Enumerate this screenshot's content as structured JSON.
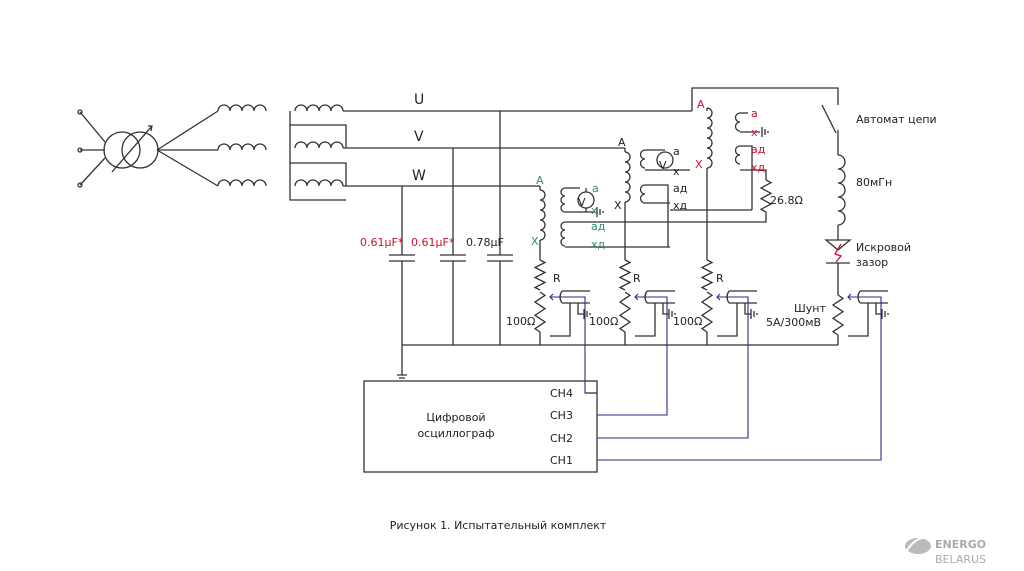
{
  "phases": {
    "u": "U",
    "v": "V",
    "w": "W"
  },
  "capacitors": [
    "0.61µF*",
    "0.61µF*",
    "0.78µF"
  ],
  "tr_w": {
    "A": "A",
    "X": "X",
    "a": "a",
    "x": "x",
    "ad": "aд",
    "xd": "xд"
  },
  "tr_v": {
    "A": "A",
    "X": "X",
    "a": "a",
    "x": "x",
    "ad": "aд",
    "xd": "xд"
  },
  "tr_u": {
    "A": "A",
    "X": "X",
    "a": "a",
    "x": "x",
    "ad": "aд",
    "xd": "xд"
  },
  "voltmeter": "V",
  "resistor_label": "R",
  "pot_value": "100Ω",
  "load_resistor": "26.8Ω",
  "breaker": "Автомат цепи",
  "inductor": "80мГн",
  "spark_gap": [
    "Искровой",
    "зазор"
  ],
  "shunt": [
    "Шунт",
    "5А/300мВ"
  ],
  "oscilloscope": {
    "title": [
      "Цифровой",
      "осциллограф"
    ],
    "channels": [
      "CH4",
      "CH3",
      "CH2",
      "CH1"
    ]
  },
  "caption": "Рисунок 1. Испытательный комплект",
  "logo": [
    "ENERGO",
    "BELARUS"
  ],
  "colors": {
    "red": "#c8102e",
    "green": "#2e8b6e",
    "blue": "#2b2b8a"
  }
}
